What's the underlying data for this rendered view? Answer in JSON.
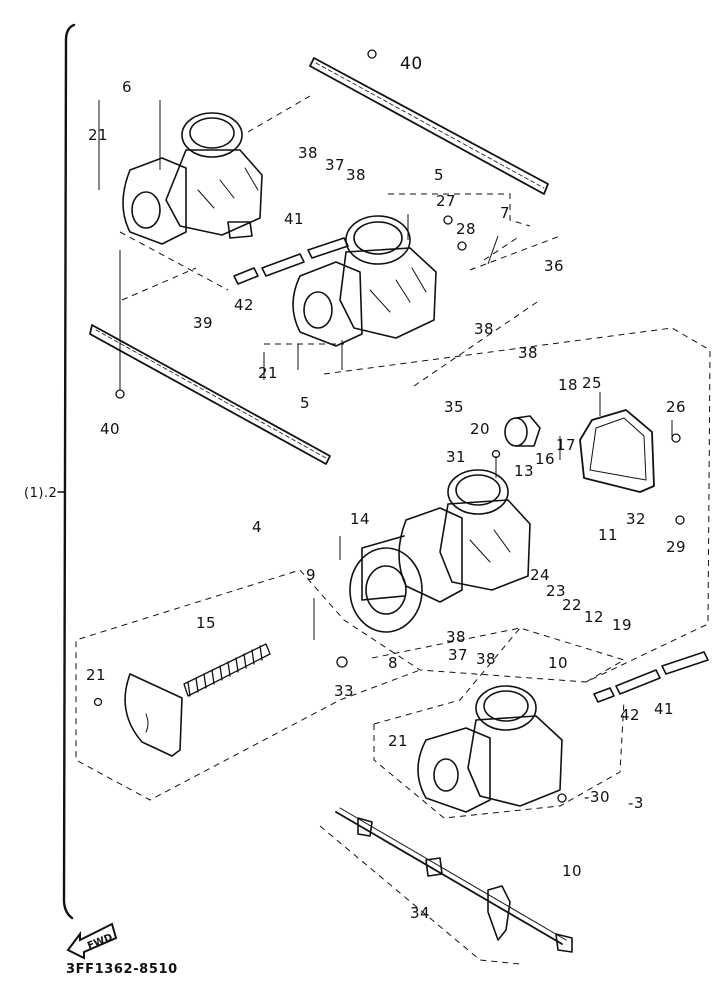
{
  "title": "Carburetor assembly exploded parts diagram",
  "part_code": "3FF1362-8510",
  "orientation_badge": "FWD",
  "group_label": "(1).2",
  "callouts": [
    {
      "id": "c40a",
      "label": "40"
    },
    {
      "id": "c6",
      "label": "6"
    },
    {
      "id": "c21a",
      "label": "21"
    },
    {
      "id": "c38a",
      "label": "38"
    },
    {
      "id": "c37a",
      "label": "37"
    },
    {
      "id": "c38b",
      "label": "38"
    },
    {
      "id": "c5a",
      "label": "5"
    },
    {
      "id": "c27",
      "label": "27"
    },
    {
      "id": "c28",
      "label": "28"
    },
    {
      "id": "c7",
      "label": "7"
    },
    {
      "id": "c41a",
      "label": "41"
    },
    {
      "id": "c42a",
      "label": "42"
    },
    {
      "id": "c39",
      "label": "39"
    },
    {
      "id": "c36",
      "label": "36"
    },
    {
      "id": "c38c",
      "label": "38"
    },
    {
      "id": "c38d",
      "label": "38"
    },
    {
      "id": "c21b",
      "label": "21"
    },
    {
      "id": "c5b",
      "label": "5"
    },
    {
      "id": "c35",
      "label": "35"
    },
    {
      "id": "c40b",
      "label": "40"
    },
    {
      "id": "c18",
      "label": "18"
    },
    {
      "id": "c25",
      "label": "25"
    },
    {
      "id": "c26",
      "label": "26"
    },
    {
      "id": "c20",
      "label": "20"
    },
    {
      "id": "c31",
      "label": "31"
    },
    {
      "id": "c16",
      "label": "16"
    },
    {
      "id": "c13",
      "label": "13"
    },
    {
      "id": "c17",
      "label": "17"
    },
    {
      "id": "c32",
      "label": "32"
    },
    {
      "id": "c29",
      "label": "29"
    },
    {
      "id": "c11",
      "label": "11"
    },
    {
      "id": "c4",
      "label": "4"
    },
    {
      "id": "c14",
      "label": "14"
    },
    {
      "id": "c24",
      "label": "24"
    },
    {
      "id": "c23",
      "label": "23"
    },
    {
      "id": "c22",
      "label": "22"
    },
    {
      "id": "c12",
      "label": "12"
    },
    {
      "id": "c19",
      "label": "19"
    },
    {
      "id": "c9",
      "label": "9"
    },
    {
      "id": "c15",
      "label": "15"
    },
    {
      "id": "c8",
      "label": "8"
    },
    {
      "id": "c38e",
      "label": "38"
    },
    {
      "id": "c37b",
      "label": "37"
    },
    {
      "id": "c38f",
      "label": "38"
    },
    {
      "id": "c10a",
      "label": "10"
    },
    {
      "id": "c33",
      "label": "33"
    },
    {
      "id": "c21c",
      "label": "21"
    },
    {
      "id": "c42b",
      "label": "42"
    },
    {
      "id": "c41b",
      "label": "41"
    },
    {
      "id": "c21d",
      "label": "21"
    },
    {
      "id": "c30",
      "label": "-30"
    },
    {
      "id": "c3",
      "label": "-3"
    },
    {
      "id": "c10b",
      "label": "10"
    },
    {
      "id": "c34",
      "label": "34"
    }
  ]
}
